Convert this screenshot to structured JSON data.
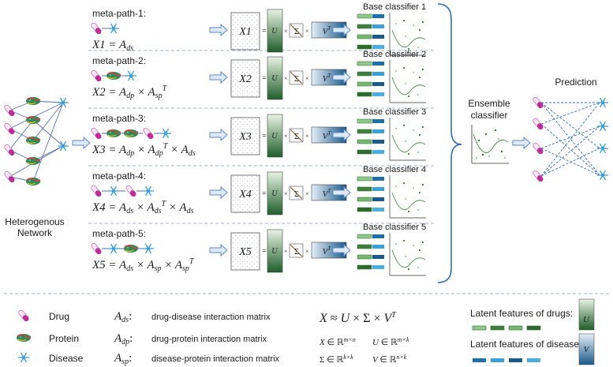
{
  "network": {
    "label_line1": "Heterogenous",
    "label_line2": "Network"
  },
  "meta_paths": [
    {
      "title": "meta-path-1:",
      "matrix": "X1",
      "formula": {
        "lhs": "X1",
        "parts": [
          "A",
          "ds"
        ]
      },
      "classifier": "Base classifier 1"
    },
    {
      "title": "meta-path-2:",
      "matrix": "X2",
      "classifier": "Base classifier 2"
    },
    {
      "title": "meta-path-3:",
      "matrix": "X3",
      "classifier": "Base classifier 3"
    },
    {
      "title": "meta-path-4:",
      "matrix": "X4",
      "classifier": "Base classifier 4"
    },
    {
      "title": "meta-path-5:",
      "matrix": "X5",
      "classifier": "Base classifier 5"
    }
  ],
  "ensemble": {
    "line1": "Ensemble",
    "line2": "classifier"
  },
  "prediction": {
    "label": "Prediction"
  },
  "svd_symbols": {
    "U": "U",
    "Sigma": "Σ",
    "V": "V",
    "T": "T",
    "eq": "=",
    "times": "×"
  },
  "legend": {
    "drug": "Drug",
    "protein": "Protein",
    "disease": "Disease",
    "ads_desc": "drug-disease interaction matrix",
    "adp_desc": "drug-protein interaction matrix",
    "asp_desc": "disease-protein interaction matrix",
    "latent_drugs": "Latent features of drugs:",
    "latent_diseases": "Latent features of diseases:"
  },
  "colors": {
    "drug_pink": "#c02a9a",
    "protein_green": "#2e8b57",
    "disease_blue": "#3aa0d8",
    "u_dark": "#1f5e2a",
    "v_dark": "#1a5a8a",
    "arrow_fill": "#dfe9f5",
    "arrow_stroke": "#5b8ac9",
    "dashed_blue": "#2f6db5"
  }
}
